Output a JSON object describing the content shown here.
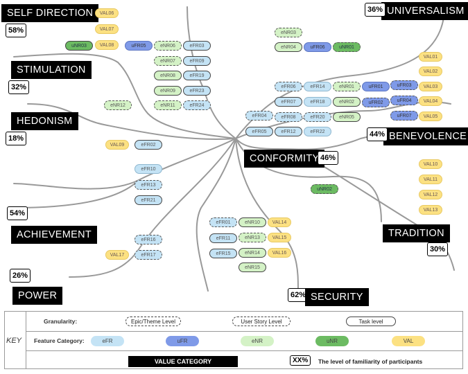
{
  "categories": {
    "self_direction": {
      "name": "SELF DIRECTION",
      "pct": "58%"
    },
    "universalism": {
      "name": "UNIVERSALISM",
      "pct": "36%"
    },
    "stimulation": {
      "name": "STIMULATION",
      "pct": "32%"
    },
    "hedonism": {
      "name": "HEDONISM",
      "pct": "18%"
    },
    "benevolence": {
      "name": "BENEVOLENCE",
      "pct": "44%"
    },
    "conformity": {
      "name": "CONFORMITY",
      "pct": "46%"
    },
    "achievement": {
      "name": "ACHIEVEMENT",
      "pct": "54%"
    },
    "tradition": {
      "name": "TRADITION",
      "pct": "30%"
    },
    "power": {
      "name": "POWER",
      "pct": "26%"
    },
    "security": {
      "name": "SECURITY",
      "pct": "62%"
    }
  },
  "features": {
    "self_direction": [
      {
        "label": "VAL06",
        "type": "VAL",
        "level": "task"
      },
      {
        "label": "VAL07",
        "type": "VAL",
        "level": "task"
      },
      {
        "label": "VAL08",
        "type": "VAL",
        "level": "task"
      },
      {
        "label": "uNR03",
        "type": "uNR",
        "level": "epic"
      },
      {
        "label": "uFR05",
        "type": "uFR",
        "level": "task"
      },
      {
        "label": "eNR06",
        "type": "eNR",
        "level": "story"
      },
      {
        "label": "eNR07",
        "type": "eNR",
        "level": "story"
      },
      {
        "label": "eNR08",
        "type": "eNR",
        "level": "epic"
      },
      {
        "label": "eNR09",
        "type": "eNR",
        "level": "epic"
      },
      {
        "label": "eNR11",
        "type": "eNR",
        "level": "story"
      },
      {
        "label": "eFR03",
        "type": "eFR",
        "level": "epic"
      },
      {
        "label": "eFR09",
        "type": "eFR",
        "level": "epic"
      },
      {
        "label": "eFR19",
        "type": "eFR",
        "level": "epic"
      },
      {
        "label": "eFR23",
        "type": "eFR",
        "level": "epic"
      },
      {
        "label": "eFR24",
        "type": "eFR",
        "level": "story"
      }
    ],
    "universalism": [
      {
        "label": "eNR03",
        "type": "eNR",
        "level": "story"
      },
      {
        "label": "eNR04",
        "type": "eNR",
        "level": "epic"
      },
      {
        "label": "uFR06",
        "type": "uFR",
        "level": "task"
      },
      {
        "label": "uNR01",
        "type": "uNR",
        "level": "story"
      }
    ],
    "hedonism": [
      {
        "label": "eNR12",
        "type": "eNR",
        "level": "story"
      }
    ],
    "stimulation_left": [
      {
        "label": "VAL09",
        "type": "VAL",
        "level": "task"
      },
      {
        "label": "eFR02",
        "type": "eFR",
        "level": "epic"
      }
    ],
    "benevolence": [
      {
        "label": "eFR06",
        "type": "eFR",
        "level": "story"
      },
      {
        "label": "eFR07",
        "type": "eFR",
        "level": "epic"
      },
      {
        "label": "eFR08",
        "type": "eFR",
        "level": "story"
      },
      {
        "label": "eFR04",
        "type": "eFR",
        "level": "story"
      },
      {
        "label": "eFR05",
        "type": "eFR",
        "level": "epic"
      },
      {
        "label": "eFR12",
        "type": "eFR",
        "level": "epic"
      },
      {
        "label": "eFR14",
        "type": "eFR",
        "level": "task"
      },
      {
        "label": "eFR18",
        "type": "eFR",
        "level": "task"
      },
      {
        "label": "eFR20",
        "type": "eFR",
        "level": "story"
      },
      {
        "label": "eFR22",
        "type": "eFR",
        "level": "task"
      },
      {
        "label": "eNR01",
        "type": "eNR",
        "level": "story"
      },
      {
        "label": "eNR02",
        "type": "eNR",
        "level": "epic"
      },
      {
        "label": "eNR05",
        "type": "eNR",
        "level": "epic"
      },
      {
        "label": "uFR01",
        "type": "uFR",
        "level": "task"
      },
      {
        "label": "uFR02",
        "type": "uFR",
        "level": "story"
      },
      {
        "label": "uFR03",
        "type": "uFR",
        "level": "story"
      },
      {
        "label": "uFR04",
        "type": "uFR",
        "level": "story"
      },
      {
        "label": "uFR07",
        "type": "uFR",
        "level": "story"
      },
      {
        "label": "VAL01",
        "type": "VAL",
        "level": "task"
      },
      {
        "label": "VAL02",
        "type": "VAL",
        "level": "task"
      },
      {
        "label": "VAL03",
        "type": "VAL",
        "level": "task"
      },
      {
        "label": "VAL04",
        "type": "VAL",
        "level": "task"
      },
      {
        "label": "VAL05",
        "type": "VAL",
        "level": "task"
      }
    ],
    "achievement": [
      {
        "label": "eFR10",
        "type": "eFR",
        "level": "task"
      },
      {
        "label": "eFR13",
        "type": "eFR",
        "level": "story"
      },
      {
        "label": "eFR21",
        "type": "eFR",
        "level": "epic"
      },
      {
        "label": "eFR16",
        "type": "eFR",
        "level": "story"
      },
      {
        "label": "eFR17",
        "type": "eFR",
        "level": "story"
      },
      {
        "label": "VAL17",
        "type": "VAL",
        "level": "task"
      }
    ],
    "conformity": [
      {
        "label": "uNR02",
        "type": "uNR",
        "level": "story"
      }
    ],
    "tradition": [
      {
        "label": "VAL10",
        "type": "VAL",
        "level": "task"
      },
      {
        "label": "VAL11",
        "type": "VAL",
        "level": "task"
      },
      {
        "label": "VAL12",
        "type": "VAL",
        "level": "task"
      },
      {
        "label": "VAL13",
        "type": "VAL",
        "level": "task"
      }
    ],
    "security": [
      {
        "label": "eFR01",
        "type": "eFR",
        "level": "story"
      },
      {
        "label": "eFR11",
        "type": "eFR",
        "level": "epic"
      },
      {
        "label": "eFR15",
        "type": "eFR",
        "level": "epic"
      },
      {
        "label": "eNR10",
        "type": "eNR",
        "level": "epic"
      },
      {
        "label": "eNR13",
        "type": "eNR",
        "level": "story"
      },
      {
        "label": "eNR14",
        "type": "eNR",
        "level": "epic"
      },
      {
        "label": "eNR15",
        "type": "eNR",
        "level": "epic"
      },
      {
        "label": "VAL14",
        "type": "VAL",
        "level": "task"
      },
      {
        "label": "VAL15",
        "type": "VAL",
        "level": "task"
      },
      {
        "label": "VAL16",
        "type": "VAL",
        "level": "task"
      }
    ]
  },
  "colors": {
    "eFR": "#c4e3f5",
    "uFR": "#7f9ae8",
    "eNR": "#d4f2c6",
    "uNR": "#6cbb62",
    "VAL": "#fce182"
  },
  "key": {
    "title": "KEY",
    "granularity_label": "Granularity:",
    "epic": "Epic/Theme Level",
    "story": "User Story Level",
    "task": "Task level",
    "feature_label": "Feature Category:",
    "chips": [
      "eFR",
      "uFR",
      "eNR",
      "uNR",
      "VAL"
    ],
    "value_category": "VALUE CATEGORY",
    "xx": "XX%",
    "familiarity": "The level of familiarity of participants"
  }
}
